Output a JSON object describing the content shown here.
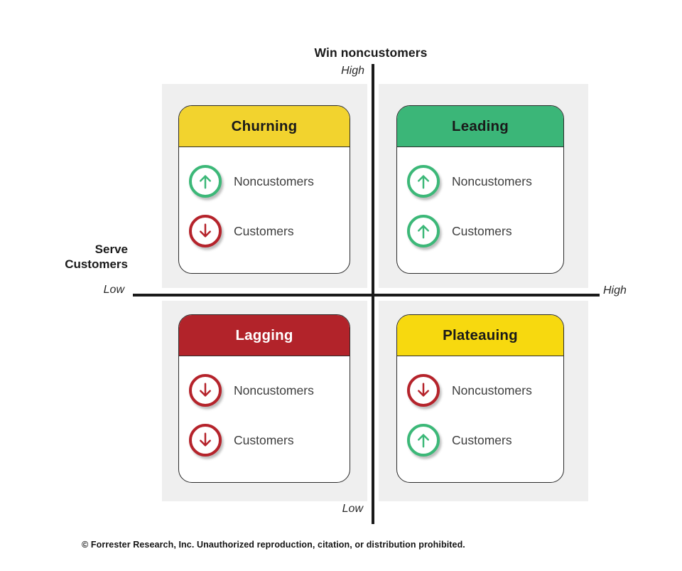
{
  "axes": {
    "vertical": {
      "title": "Win noncustomers",
      "high_label": "High",
      "low_label": "Low"
    },
    "horizontal": {
      "title": "Serve Customers",
      "low_label": "Low",
      "high_label": "High"
    }
  },
  "quadrants": [
    {
      "key": "churning",
      "position": "top-left",
      "title": "Churning",
      "header_color": "#F2D32E",
      "title_color": "#1A1A1A",
      "rows": [
        {
          "label": "Noncustomers",
          "direction": "up",
          "color": "#3CB878",
          "icon": "arrow-up-circle-icon"
        },
        {
          "label": "Customers",
          "direction": "down",
          "color": "#B5232B",
          "icon": "arrow-down-circle-icon"
        }
      ]
    },
    {
      "key": "leading",
      "position": "top-right",
      "title": "Leading",
      "header_color": "#3BB678",
      "title_color": "#1A1A1A",
      "rows": [
        {
          "label": "Noncustomers",
          "direction": "up",
          "color": "#3CB878",
          "icon": "arrow-up-circle-icon"
        },
        {
          "label": "Customers",
          "direction": "up",
          "color": "#3CB878",
          "icon": "arrow-up-circle-icon"
        }
      ]
    },
    {
      "key": "lagging",
      "position": "bottom-left",
      "title": "Lagging",
      "header_color": "#B2232A",
      "title_color": "#FFFFFF",
      "rows": [
        {
          "label": "Noncustomers",
          "direction": "down",
          "color": "#B5232B",
          "icon": "arrow-down-circle-icon"
        },
        {
          "label": "Customers",
          "direction": "down",
          "color": "#B5232B",
          "icon": "arrow-down-circle-icon"
        }
      ]
    },
    {
      "key": "plateauing",
      "position": "bottom-right",
      "title": "Plateauing",
      "header_color": "#F7D90F",
      "title_color": "#1A1A1A",
      "rows": [
        {
          "label": "Noncustomers",
          "direction": "down",
          "color": "#B5232B",
          "icon": "arrow-down-circle-icon"
        },
        {
          "label": "Customers",
          "direction": "up",
          "color": "#3CB878",
          "icon": "arrow-up-circle-icon"
        }
      ]
    }
  ],
  "footer": {
    "text": "© Forrester Research, Inc. Unauthorized reproduction, citation, or distribution prohibited."
  },
  "colors": {
    "panel_background": "#EFEFEF",
    "axis_line": "#1A1A1A",
    "card_border": "#2B2B2B",
    "icon_green": "#3CB878",
    "icon_red": "#B5232B"
  }
}
